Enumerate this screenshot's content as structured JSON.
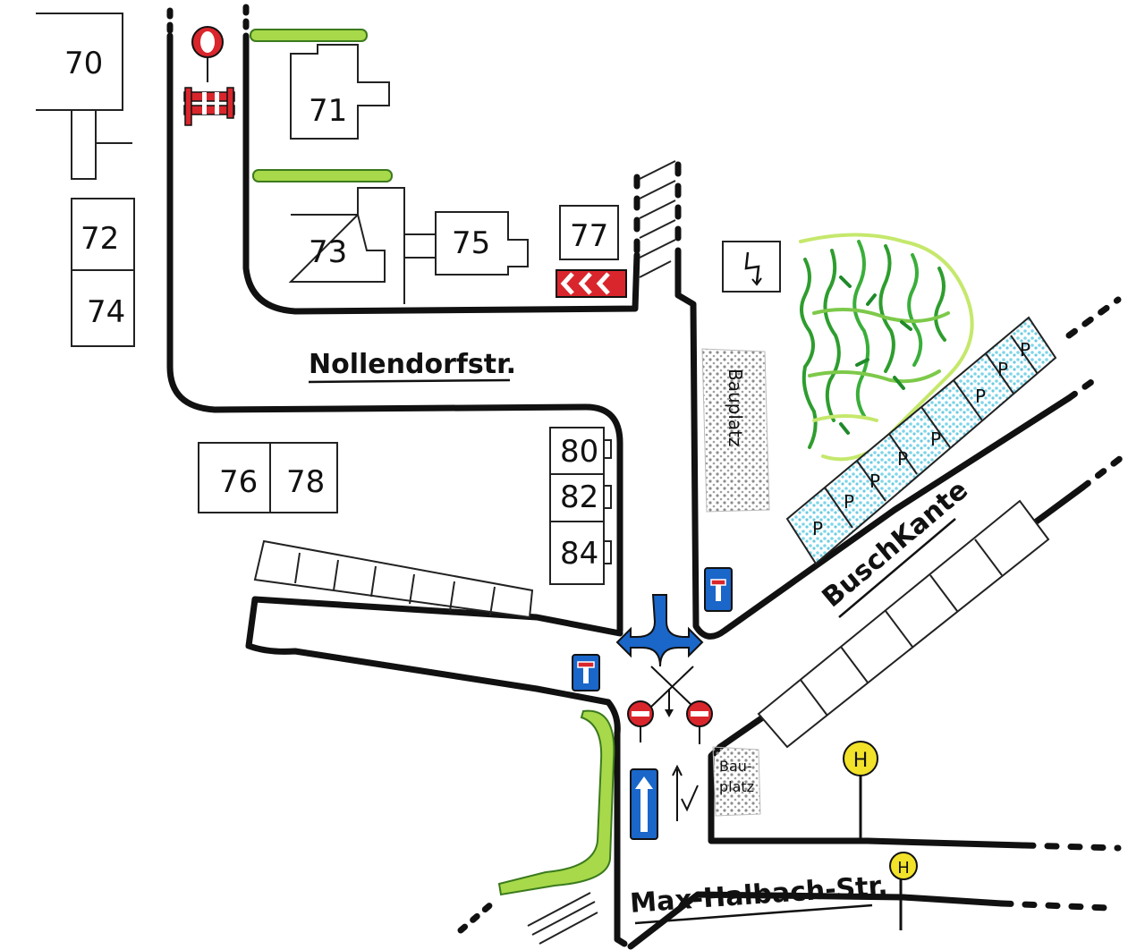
{
  "streets": {
    "nollendorf": "Nollendorfstr.",
    "buschkante": "BuschKante",
    "max_halbach": "Max-Halbach-Str."
  },
  "houses": {
    "h70": "70",
    "h71": "71",
    "h72": "72",
    "h73": "73",
    "h74": "74",
    "h75": "75",
    "h76": "76",
    "h77": "77",
    "h78": "78",
    "h80": "80",
    "h82": "82",
    "h84": "84"
  },
  "construction": {
    "large": "Bauplatz",
    "small_line1": "Bau-",
    "small_line2": "platz"
  },
  "parking_label": "P",
  "bus_stop_label": "H",
  "colors": {
    "road": "#111111",
    "hedge": "#a8d94a",
    "parking": "#7fd6ea",
    "sign_red": "#d9262c",
    "sign_blue": "#1a66c9",
    "bus_yellow": "#f2e22a",
    "trees_green": "#2e9d2e",
    "construction_grey": "#9a9a9a"
  },
  "icons": [
    "no-entry-sign",
    "dead-end-sign",
    "one-way-sign",
    "bus-stop-sign",
    "barrier",
    "chevron-sign",
    "electric-substation-icon",
    "turn-arrow"
  ]
}
